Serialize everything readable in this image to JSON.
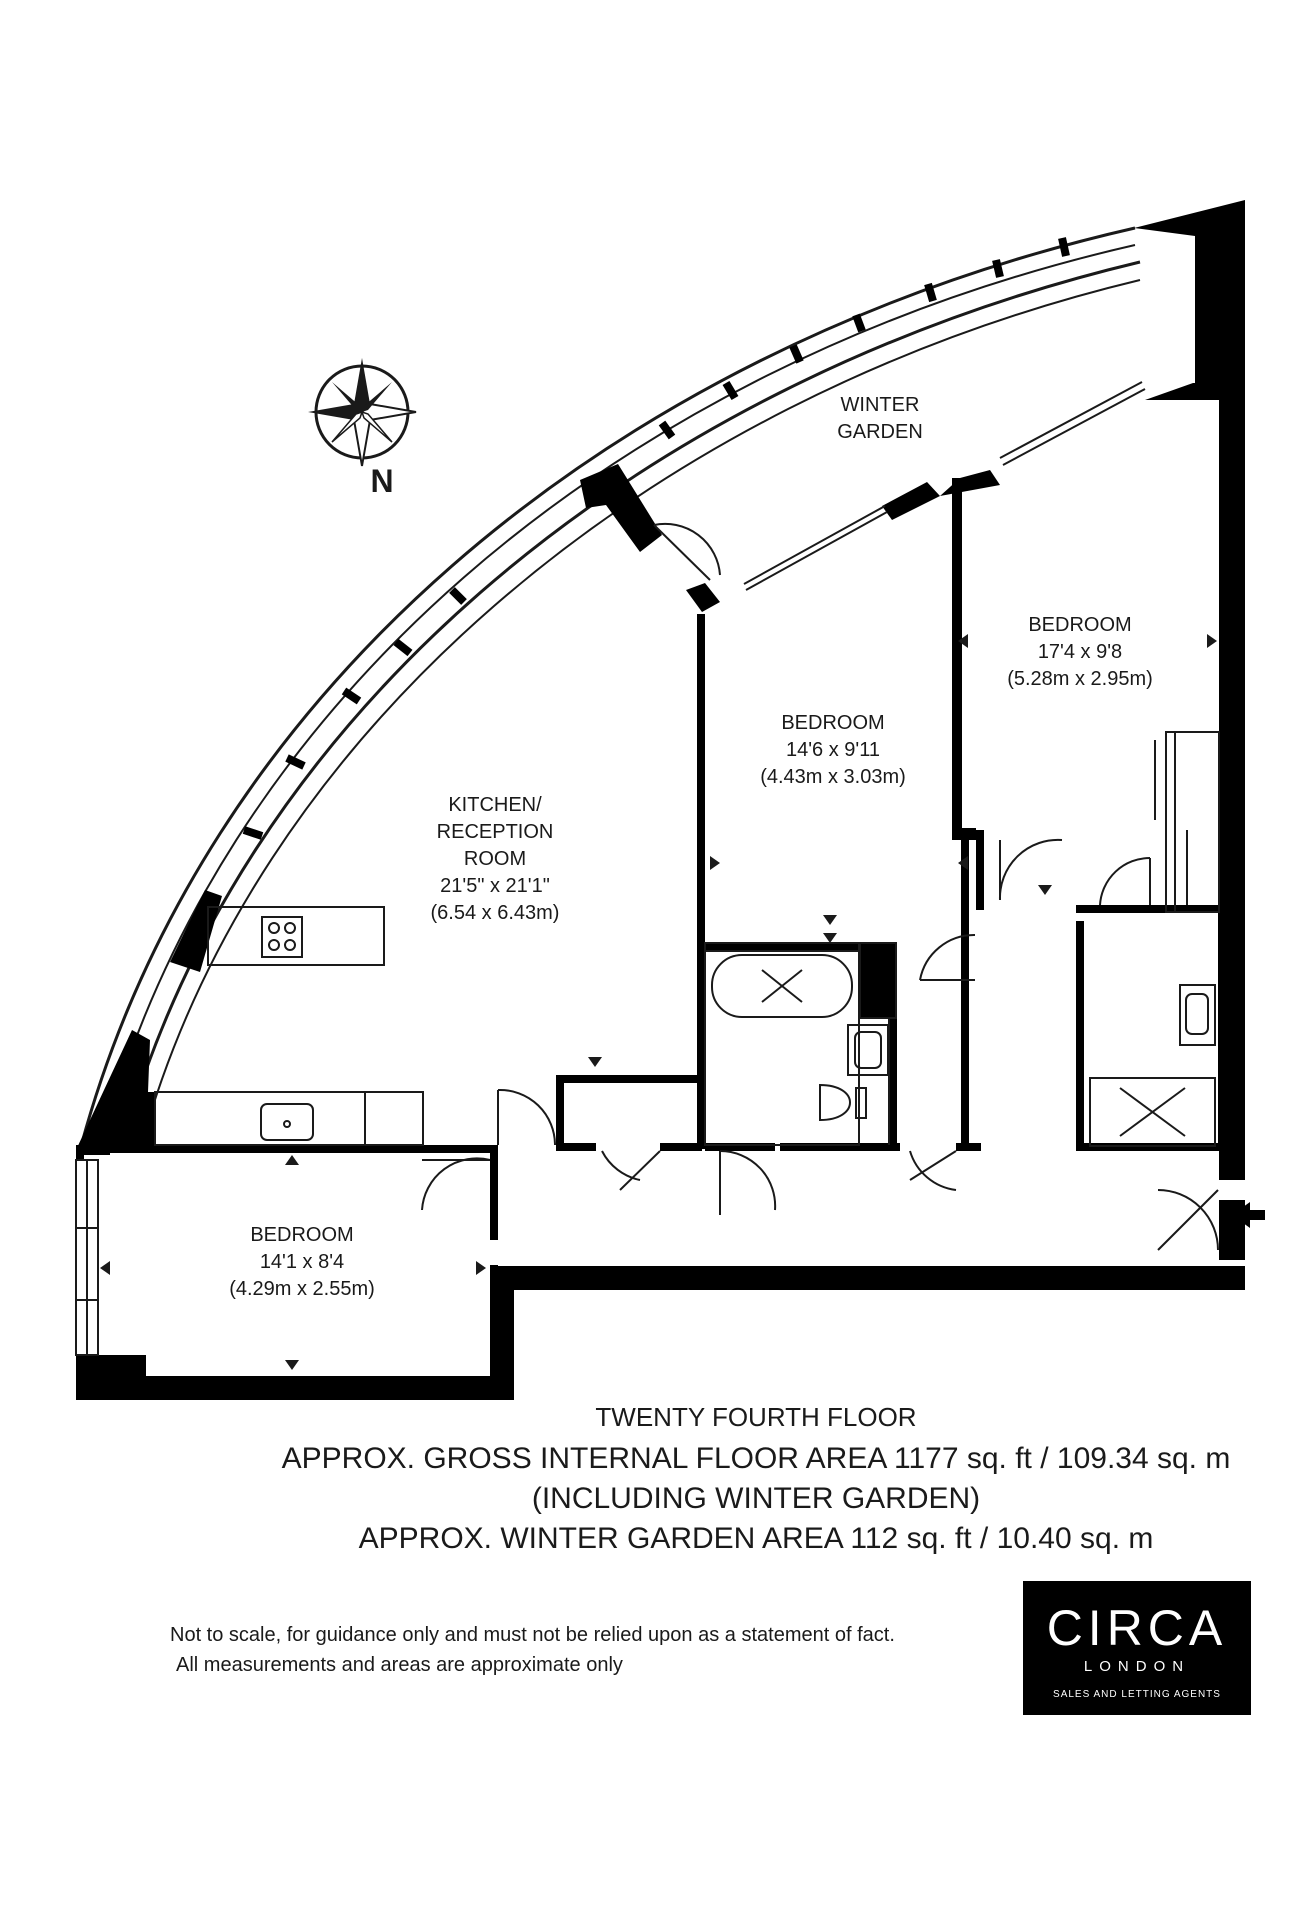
{
  "compass": {
    "north_label": "N"
  },
  "rooms": {
    "winter_garden": {
      "line1": "WINTER",
      "line2": "GARDEN"
    },
    "bedroom_right": {
      "name": "BEDROOM",
      "imperial": "17'4 x 9'8",
      "metric": "(5.28m x 2.95m)"
    },
    "bedroom_middle": {
      "name": "BEDROOM",
      "imperial": "14'6 x 9'11",
      "metric": "(4.43m x 3.03m)"
    },
    "kitchen": {
      "line1": "KITCHEN/",
      "line2": "RECEPTION",
      "line3": "ROOM",
      "imperial": "21'5\" x 21'1\"",
      "metric": "(6.54 x 6.43m)"
    },
    "bedroom_lower": {
      "name": "BEDROOM",
      "imperial": "14'1 x 8'4",
      "metric": "(4.29m x 2.55m)"
    }
  },
  "floor": {
    "name": "TWENTY FOURTH FLOOR",
    "gross_area": "APPROX. GROSS INTERNAL FLOOR AREA 1177 sq. ft  / 109.34 sq. m",
    "including": "(INCLUDING WINTER GARDEN)",
    "winter_garden_area": "APPROX. WINTER GARDEN AREA 112 sq. ft  / 10.40 sq. m"
  },
  "disclaimer": {
    "line1": "Not to scale, for guidance only and must not be relied upon as a statement of fact.",
    "line2": "All measurements and areas are approximate only"
  },
  "logo": {
    "brand": "CIRCA",
    "city": "LONDON",
    "tagline": "SALES AND LETTING AGENTS"
  },
  "colors": {
    "wall": "#000000",
    "line": "#1a1a1a",
    "background": "#ffffff",
    "logo_bg": "#000000",
    "logo_text": "#ffffff"
  },
  "icons": [
    "compass-rose-icon",
    "entrance-arrow-icon",
    "hob-icon",
    "sink-icon",
    "bath-icon",
    "shower-icon",
    "toilet-icon",
    "basin-icon"
  ]
}
